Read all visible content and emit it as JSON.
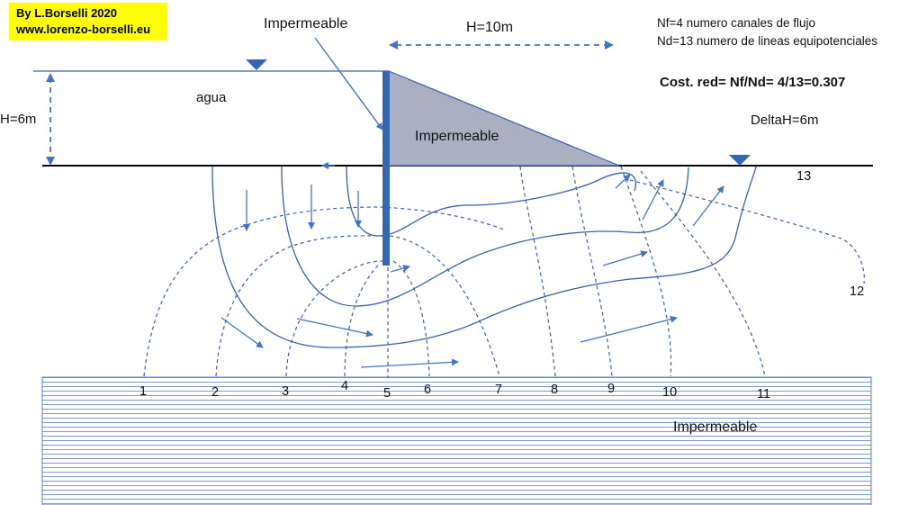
{
  "credit": {
    "line1": "By L.Borselli 2020",
    "line2": "www.lorenzo-borselli.eu"
  },
  "labels": {
    "impermeable_top": "Impermeable",
    "h_width": "H=10m",
    "h_height": "H=6m",
    "water": "agua",
    "dam": "Impermeable",
    "delta_h": "DeltaH=6m",
    "base": "Impermeable"
  },
  "info": {
    "nf": "Nf=4 numero canales de flujo",
    "nd": "Nd=13 numero de lineas equipotenciales",
    "ratio": "Cost. red= Nf/Nd= 4/13=0.307"
  },
  "equipotential_numbers": [
    "1",
    "2",
    "3",
    "4",
    "5",
    "6",
    "7",
    "8",
    "9",
    "10",
    "11",
    "12",
    "13"
  ],
  "colors": {
    "line": "#3b5fae",
    "dam_fill": "#abafc2",
    "sheet_pile": "#3366b3",
    "highlight": "#ffff00"
  },
  "icons": [
    "water-level-triangle-icon",
    "flow-arrow-icon"
  ]
}
